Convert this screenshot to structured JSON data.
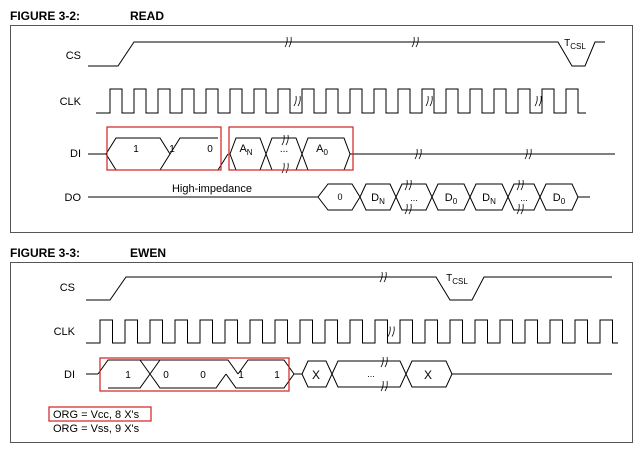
{
  "figures": [
    {
      "label": "FIGURE 3-2:",
      "name": "READ",
      "signals": [
        "CS",
        "CLK",
        "DI",
        "DO"
      ],
      "tcsl": "T",
      "tcsl_sub": "CSL",
      "di_bits": [
        "1",
        "1",
        "0"
      ],
      "di_addr_first": "A",
      "di_addr_first_sub": "N",
      "di_addr_dots": "...",
      "di_addr_last": "A",
      "di_addr_last_sub": "0",
      "do_note": "High-impedance",
      "do_zero": "0",
      "do_cells": [
        {
          "main": "D",
          "sub": "N"
        },
        {
          "main": "...",
          "sub": ""
        },
        {
          "main": "D",
          "sub": "0"
        },
        {
          "main": "D",
          "sub": "N"
        },
        {
          "main": "...",
          "sub": ""
        },
        {
          "main": "D",
          "sub": "0"
        }
      ]
    },
    {
      "label": "FIGURE 3-3:",
      "name": "EWEN",
      "signals": [
        "CS",
        "CLK",
        "DI"
      ],
      "tcsl": "T",
      "tcsl_sub": "CSL",
      "di_bits": [
        "1",
        "0",
        "0",
        "1",
        "1"
      ],
      "di_x": [
        "X",
        "...",
        "X"
      ],
      "org_lines": [
        "ORG = Vcc, 8 X's",
        "ORG = Vss, 9 X's"
      ]
    }
  ],
  "colors": {
    "highlight": "#d02020",
    "line": "#000000",
    "frame": "#555555"
  }
}
